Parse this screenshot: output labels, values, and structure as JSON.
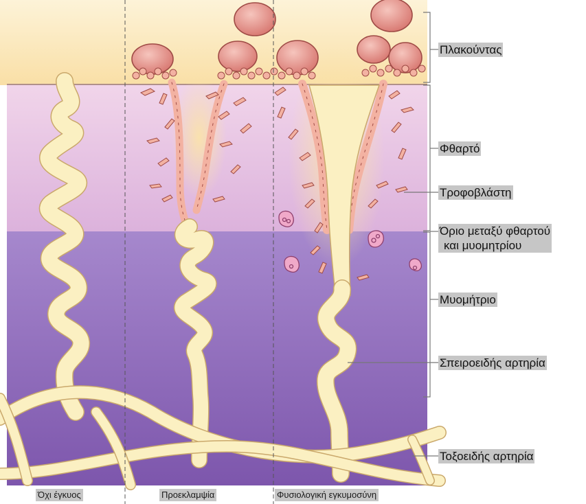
{
  "labels": {
    "placenta": "Πλακούντας",
    "decidua": "Φθαρτό",
    "trophoblast": "Τροφοβλάστη",
    "boundary_line1": "Όριο μεταξύ φθαρτού",
    "boundary_line2": "και μυομητρίου",
    "myometrium": "Μυομήτριο",
    "spiral_artery": "Σπειροειδής αρτηρία",
    "arcuate_artery": "Τοξοειδής αρτηρία"
  },
  "captions": {
    "not_pregnant": "Όχι έγκυος",
    "preeclampsia": "Προεκλαμψία",
    "normal_pregnancy": "Φυσιολογική εγκυμοσύνη"
  },
  "colors": {
    "placenta_band": "#fbe6b4",
    "decidua": "#ecc8e6",
    "myometrium": "#9873c0",
    "artery": "#fbf0c2",
    "artery_outline": "#caa86b",
    "villi": "#e89b95",
    "villi_outline": "#9e4a45",
    "trophoblast_cell": "#f3b2a2",
    "label_box": "#c6c6c6"
  }
}
